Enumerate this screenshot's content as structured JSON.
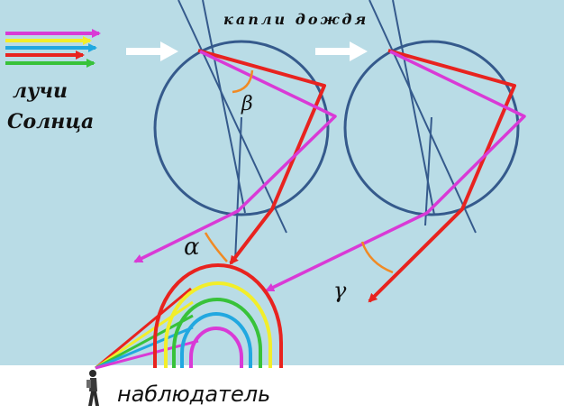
{
  "labels": {
    "drops": "капли дождя",
    "rays_line1": "лучи",
    "rays_line2": "Солнца",
    "alpha": "α",
    "beta": "β",
    "gamma": "γ",
    "observer": "наблюдатель"
  },
  "colors": {
    "sky": "#b9dce6",
    "ground": "#ffffff",
    "drop_outline": "#355a8c",
    "red_ray": "#e8231f",
    "violet_ray": "#d93ad6",
    "angle_arc": "#f08a24",
    "sun_arrow": "#ffffff",
    "bow_red": "#e8231f",
    "bow_yellow": "#f2ee2a",
    "bow_green": "#38c23a",
    "bow_blue": "#21a8e0",
    "bow_violet": "#d93ad6"
  },
  "sun_rays_colors": [
    "violet",
    "yellow",
    "blue",
    "red",
    "green"
  ],
  "icons": {
    "observer": "person-walking-icon",
    "sun_arrow": "arrow-right-icon"
  }
}
